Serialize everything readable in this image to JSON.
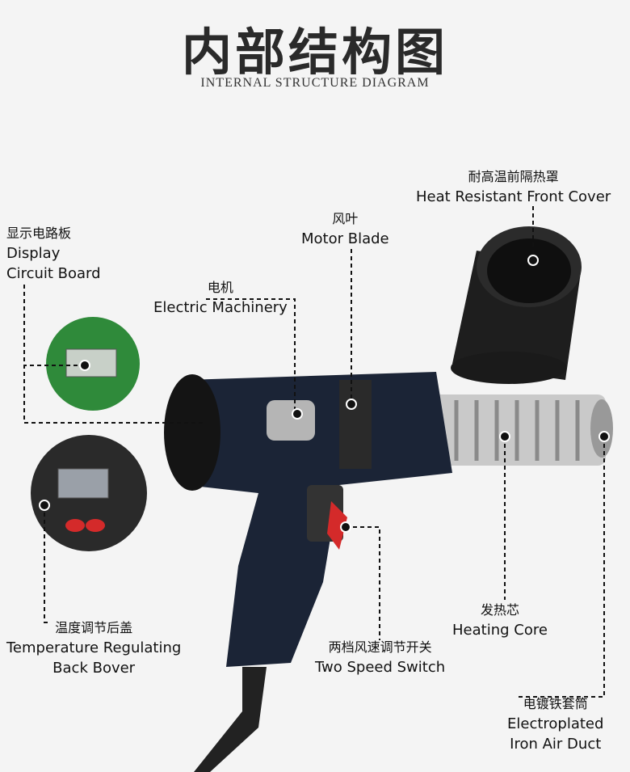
{
  "title": "内部结构图",
  "subtitle": "INTERNAL STRUCTURE DIAGRAM",
  "labels": {
    "display_board": {
      "cn": "显示电路板",
      "en1": "Display",
      "en2": "Circuit Board"
    },
    "motor_blade": {
      "cn": "风叶",
      "en": "Motor Blade"
    },
    "front_cover": {
      "cn": "耐高温前隔热罩",
      "en": "Heat Resistant Front Cover"
    },
    "machinery": {
      "cn": "电机",
      "en": "Electric Machinery"
    },
    "back_cover": {
      "cn": "温度调节后盖",
      "en1": "Temperature Regulating",
      "en2": "Back Bover"
    },
    "switch": {
      "cn": "两档风速调节开关",
      "en": "Two Speed Switch"
    },
    "heating_core": {
      "cn": "发热芯",
      "en": "Heating Core"
    },
    "air_duct": {
      "cn": "电镀铁套筒",
      "en1": "Electroplated",
      "en2": "Iron Air Duct"
    }
  },
  "colors": {
    "body": "#1b2436",
    "board": "#2f8a3a",
    "button": "#d42a2a",
    "core": "#c9c9c9"
  }
}
